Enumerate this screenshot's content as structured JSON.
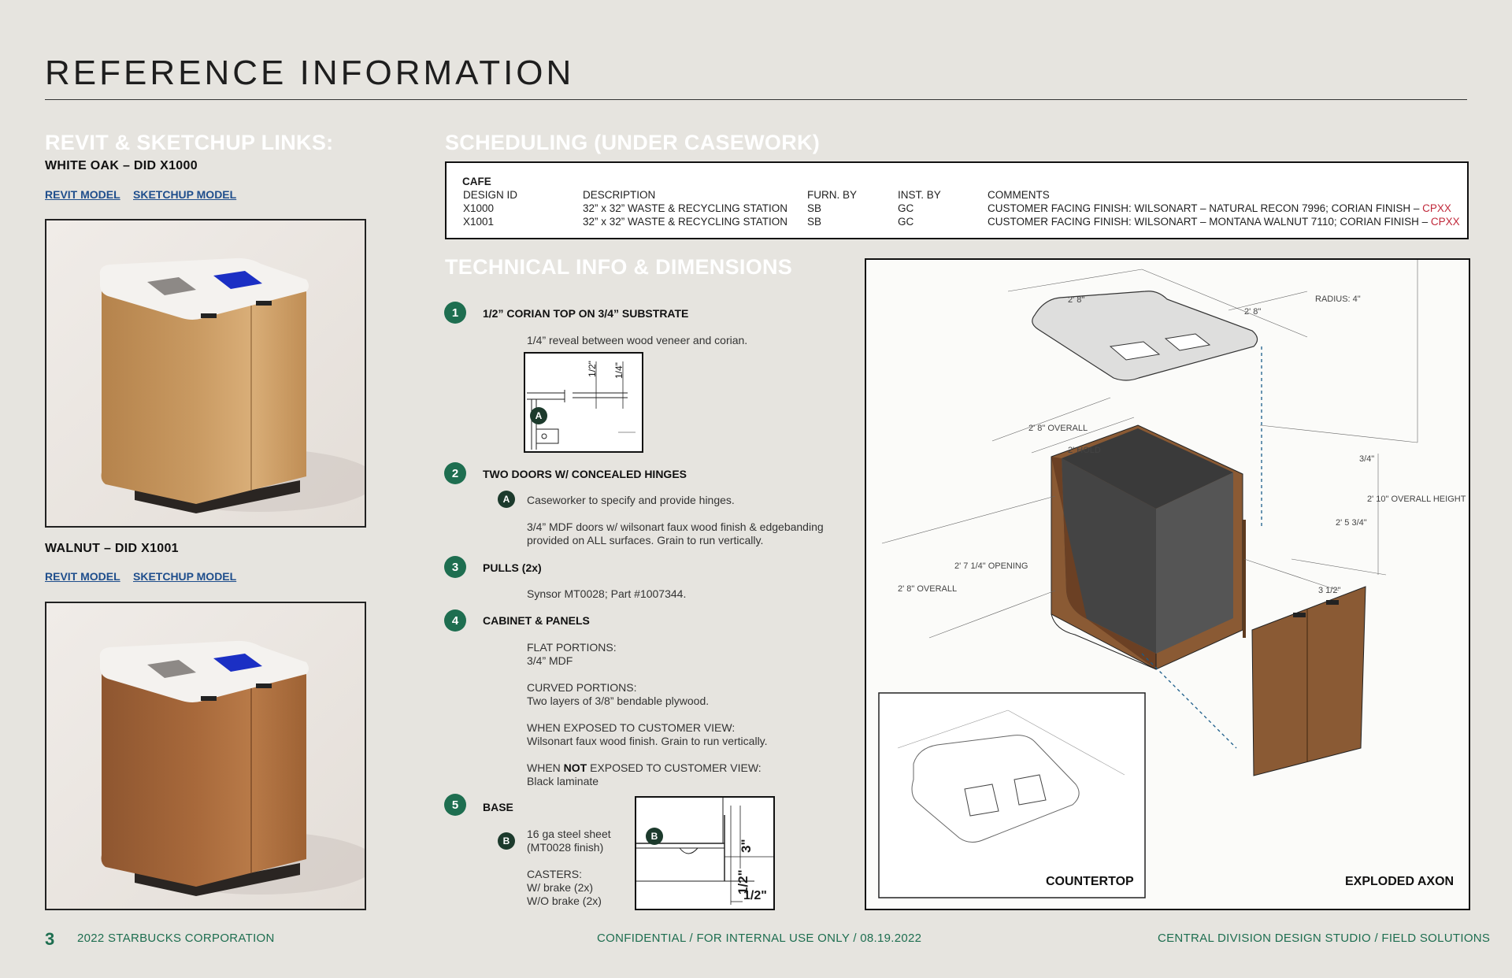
{
  "page": {
    "title": "REFERENCE INFORMATION",
    "page_number": "3"
  },
  "links_section": {
    "heading": "REVIT & SKETCHUP LINKS:",
    "products": [
      {
        "name": "WHITE OAK – DID X1000",
        "revit_label": "REVIT MODEL",
        "sketchup_label": "SKETCHUP MODEL"
      },
      {
        "name": "WALNUT – DID X1001",
        "revit_label": "REVIT MODEL",
        "sketchup_label": "SKETCHUP MODEL"
      }
    ]
  },
  "scheduling": {
    "heading": "SCHEDULING (UNDER CASEWORK)",
    "group": "CAFE",
    "headers": [
      "DESIGN ID",
      "DESCRIPTION",
      "FURN. BY",
      "INST. BY",
      "COMMENTS"
    ],
    "rows": [
      {
        "id": "X1000",
        "desc": "32” x 32” WASTE & RECYCLING STATION",
        "furn": "SB",
        "inst": "GC",
        "comment": "CUSTOMER FACING FINISH: WILSONART – NATURAL RECON 7996; CORIAN FINISH – ",
        "code": "CPXX"
      },
      {
        "id": "X1001",
        "desc": "32” x 32” WASTE & RECYCLING STATION",
        "furn": "SB",
        "inst": "GC",
        "comment": "CUSTOMER FACING FINISH: WILSONART – MONTANA WALNUT 7110; CORIAN FINISH – ",
        "code": "CPXX"
      }
    ]
  },
  "technical": {
    "heading": "TECHNICAL INFO & DIMENSIONS",
    "step1": {
      "num": "1",
      "title": "1/2” CORIAN TOP ON 3/4” SUBSTRATE",
      "note": "1/4” reveal between wood veneer and corian.",
      "dim_a": "1/2\"",
      "dim_b": "1/4\"",
      "marker": "A"
    },
    "step2": {
      "num": "2",
      "title": "TWO DOORS W/ CONCEALED HINGES",
      "marker": "A",
      "note1": "Caseworker to specify and provide hinges.",
      "note2a": "3/4” MDF doors w/ wilsonart faux wood finish & edgebanding",
      "note2b": "provided on ALL surfaces.  Grain to run vertically."
    },
    "step3": {
      "num": "3",
      "title": "PULLS (2x)",
      "note": "Synsor MT0028; Part #1007344."
    },
    "step4": {
      "num": "4",
      "title": "CABINET & PANELS",
      "flat_h": "FLAT PORTIONS:",
      "flat_v": "3/4” MDF",
      "curved_h": "CURVED PORTIONS:",
      "curved_v": "Two layers of 3/8” bendable plywood.",
      "exposed_h": "WHEN EXPOSED TO CUSTOMER VIEW:",
      "exposed_v": "Wilsonart faux wood finish.  Grain to run vertically.",
      "notexp_pre": "WHEN ",
      "notexp_bold": "NOT",
      "notexp_post": " EXPOSED TO CUSTOMER VIEW:",
      "notexp_v": "Black laminate"
    },
    "step5": {
      "num": "5",
      "title": "BASE",
      "marker": "B",
      "steel1": "16 ga steel sheet",
      "steel2": "(MT0028 finish)",
      "casters_h": "CASTERS:",
      "casters_1": "W/ brake (2x)",
      "casters_2": "W/O brake (2x)",
      "dim_3": "3\"",
      "dim_half": "1/2\"",
      "dim_half2": "1/2\""
    }
  },
  "axon": {
    "radius": "RADIUS: 4\"",
    "top_w": "2' 8\"",
    "top_d": "2' 8\"",
    "overall_w": "2' 8\" OVERALL",
    "hold": "2' HOLD",
    "opening": "2' 7 1/4\" OPENING",
    "overall_d": "2' 8\" OVERALL",
    "overall_h": "2' 10\" OVERALL HEIGHT",
    "inner_h": "2' 5 3/4\"",
    "quarter": "3/4\"",
    "door_gap": "3 1/2\"",
    "countertop_label": "COUNTERTOP",
    "exploded_label": "EXPLODED AXON"
  },
  "footer": {
    "corp": "2022 STARBUCKS CORPORATION",
    "confidential": "CONFIDENTIAL / FOR INTERNAL USE ONLY / 08.19.2022",
    "studio": "CENTRAL DIVISION DESIGN STUDIO / FIELD SOLUTIONS"
  },
  "colors": {
    "accent_green": "#1e6e50",
    "link_blue": "#1f4e8c",
    "alert_red": "#c0283a"
  }
}
